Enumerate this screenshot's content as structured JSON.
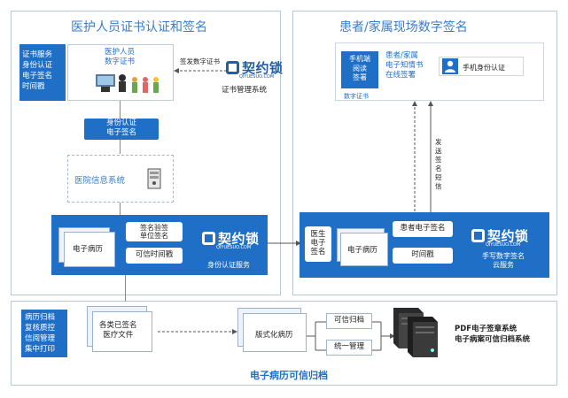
{
  "left_panel": {
    "title": "医护人员证书认证和签名",
    "cert_services": "证书服务\n身份认证\n电子签名\n时间戳",
    "medstaff_cert": "医护人员\n数字证书",
    "issue_cert": "签发数字证书",
    "logo_brand": "契约锁",
    "logo_sub": "QIYUESUO.COM",
    "cert_mgmt": "证书管理系统",
    "id_sign": "身份认证\n电子签名",
    "hospital_system": "医院信息系统",
    "emr": "电子病历",
    "sig_verify": "签名验签\n单位签名",
    "trusted_ts": "可信时间戳",
    "id_auth_service": "身份认证服务"
  },
  "right_panel": {
    "title": "患者/家属现场数字签名",
    "mobile_read_sign": "手机端\n阅读\n签署",
    "digital_cert": "数字证书",
    "patient_sign_online": "患者/家属\n电子知情书\n在线签署",
    "mobile_id_auth": "手机身份认证",
    "send_sig_text": "发\n送\n签\n名\n短\n信",
    "doctor_sign": "医生\n电子\n签名",
    "emr": "电子病历",
    "patient_esign": "患者电子签名",
    "timestamp": "时间戳",
    "handwrite_service": "手写数字签名\n云服务"
  },
  "bottom_panel": {
    "archive_list": "病历归档\n复核质控\n信阅管理\n集中打印",
    "signed_docs": "各类已签名\n医疗文件",
    "layout_emr": "版式化病历",
    "trusted_archive": "可信归档",
    "unified_mgmt": "统一管理",
    "pdf_system": "PDF电子签章系统\n电子病案可信归档系统",
    "footer_title": "电子病历可信归档"
  },
  "colors": {
    "primary_blue": "#1f6fc6",
    "title_blue": "#3a7dc9",
    "footer_blue": "#1f6fc6"
  }
}
